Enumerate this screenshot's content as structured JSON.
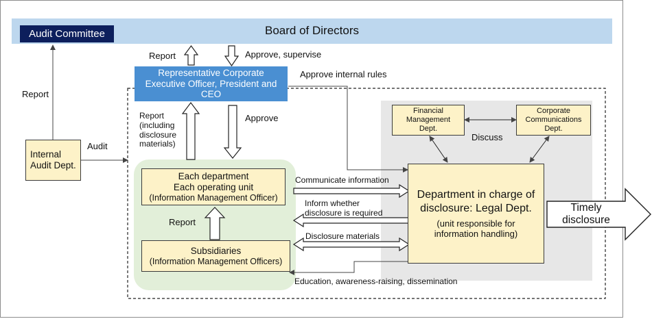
{
  "board": {
    "label": "Board of Directors"
  },
  "audit_committee": {
    "label": "Audit Committee"
  },
  "ceo": {
    "label": "Representative Corporate Executive Officer, President and CEO"
  },
  "internal_audit": {
    "label": "Internal Audit Dept."
  },
  "departments": {
    "line1": "Each department",
    "line2": "Each operating unit",
    "line3": "(Information Management Officer)"
  },
  "subsidiaries": {
    "line1": "Subsidiaries",
    "line2": "(Information Management Officers)"
  },
  "financial": {
    "label": "Financial Management Dept."
  },
  "corp_comm": {
    "label": "Corporate Communications Dept."
  },
  "disclosure_dept": {
    "line1": "Department in charge of disclosure: Legal Dept.",
    "line2": "(unit responsible for information handling)"
  },
  "timely_disclosure": {
    "label": "Timely disclosure"
  },
  "labels": {
    "report_top": "Report",
    "approve_supervise": "Approve, supervise",
    "approve_internal_rules": "Approve internal rules",
    "report_left": "Report",
    "audit": "Audit",
    "report_including": "Report (including disclosure materials)",
    "approve": "Approve",
    "discuss": "Discuss",
    "communicate_information": "Communicate information",
    "inform_whether": "Inform whether disclosure is required",
    "disclosure_materials": "Disclosure materials",
    "report_sub": "Report",
    "education": "Education, awareness-raising, dissemination"
  },
  "colors": {
    "board_bg": "#bdd7ee",
    "audit_committee_bg": "#0d1f5c",
    "ceo_bg": "#4a8fd2",
    "yellow_box": "#fdf2c8",
    "green_region": "#e2efd9",
    "gray_region": "#e7e7e7"
  }
}
